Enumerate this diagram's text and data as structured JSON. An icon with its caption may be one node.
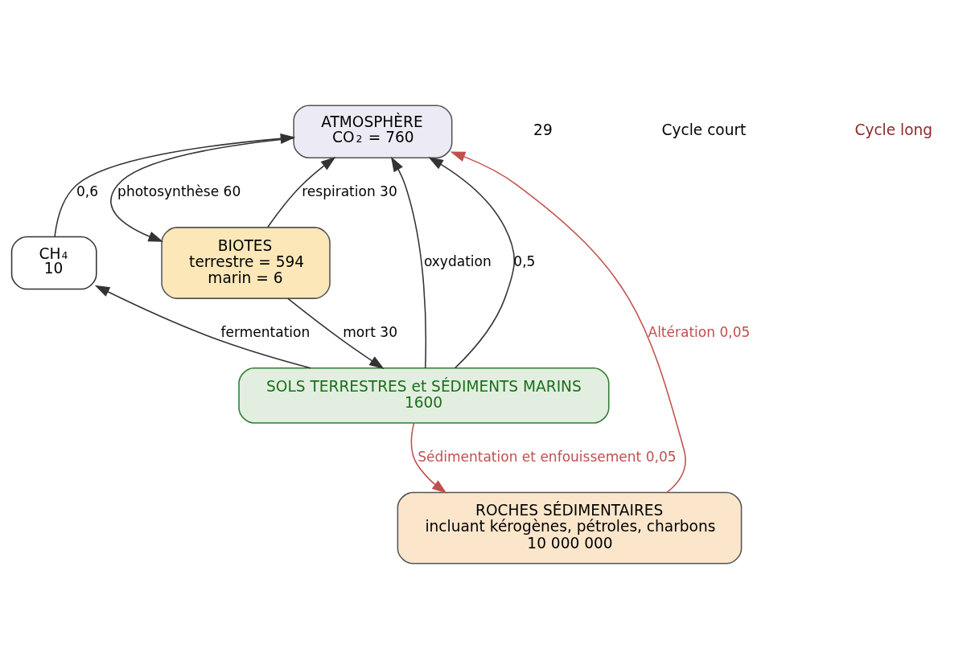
{
  "diagram": {
    "nodes": [
      {
        "text": [
          "ATMOSPHÈRE",
          "CO$_{2}$ = 760"
        ]
      },
      {
        "text": [
          "CH$_{4}$",
          "10"
        ]
      },
      {
        "text": [
          "BIOTES",
          "terrestre = 594",
          "marin = 6"
        ]
      },
      {
        "text": [
          "SOLS TERRESTRES et SÉDIMENTS MARINS",
          "1600"
        ]
      },
      {
        "text": [
          "ROCHES SÉDIMENTAIRES",
          "incluant kérogènes, pétroles, charbons",
          "10 000 000"
        ]
      }
    ],
    "edges": [
      {
        "from": 3,
        "to": 0,
        "arrow": "to",
        "label": "oxydation"
      },
      {
        "from": 3,
        "to": 0,
        "arrow": "to",
        "label": "0,5"
      },
      {
        "from": 3,
        "to": 1,
        "arrow": "to",
        "label": "fermentation"
      },
      {
        "from": 1,
        "to": 0,
        "arrow": "to",
        "label": "0,6"
      },
      {
        "from": 0,
        "to": 2,
        "arrow": "to",
        "label": "photosynthèse 60"
      },
      {
        "from": 2,
        "to": 0,
        "arrow": "to",
        "label": "respiration 30"
      },
      {
        "from": 2,
        "to": 3,
        "arrow": "to",
        "label": "mort 30"
      },
      {
        "from": 3,
        "to": 4,
        "arrow": "to",
        "label": "Sédimentation et enfouissement 0,05",
        "color": "#c0504d"
      },
      {
        "from": 4,
        "to": 0,
        "arrow": "to",
        "label": "Altération 0,05",
        "color": "#c0504d"
      }
    ],
    "labels": [
      "29",
      "Cycle court",
      "Cycle long"
    ]
  }
}
